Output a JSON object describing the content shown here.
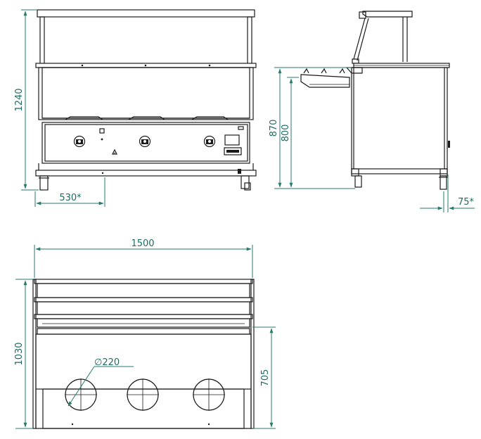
{
  "colors": {
    "dimension": "#2a7a6e",
    "dimension_text": "#1f6b60",
    "outline": "#1b1b1b",
    "background": "#ffffff"
  },
  "front_view": {
    "height_label": "1240",
    "leg_offset_label": "530*"
  },
  "side_view": {
    "height_870_label": "870",
    "height_800_label": "800",
    "leg_offset_label": "75*"
  },
  "top_view": {
    "width_label": "1500",
    "depth_label": "1030",
    "counter_depth_label": "705",
    "well_diameter_label": "∅220"
  }
}
